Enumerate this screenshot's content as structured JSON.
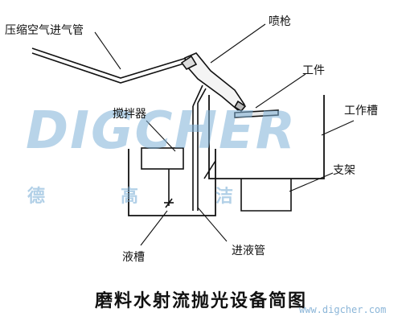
{
  "labels": {
    "air_pipe": "压缩空气进气管",
    "spray_gun": "喷枪",
    "workpiece": "工件",
    "work_tank": "工作槽",
    "stirrer": "搅拌器",
    "stand": "支架",
    "liquid_tank": "液槽",
    "inlet_pipe": "进液管"
  },
  "caption": "磨料水射流抛光设备简图",
  "watermark": {
    "logo_text": "DIGCHER",
    "cn_chars": [
      "德",
      "高",
      "洁"
    ],
    "url": "www.digcher.com",
    "color": "#7fb2d8"
  }
}
